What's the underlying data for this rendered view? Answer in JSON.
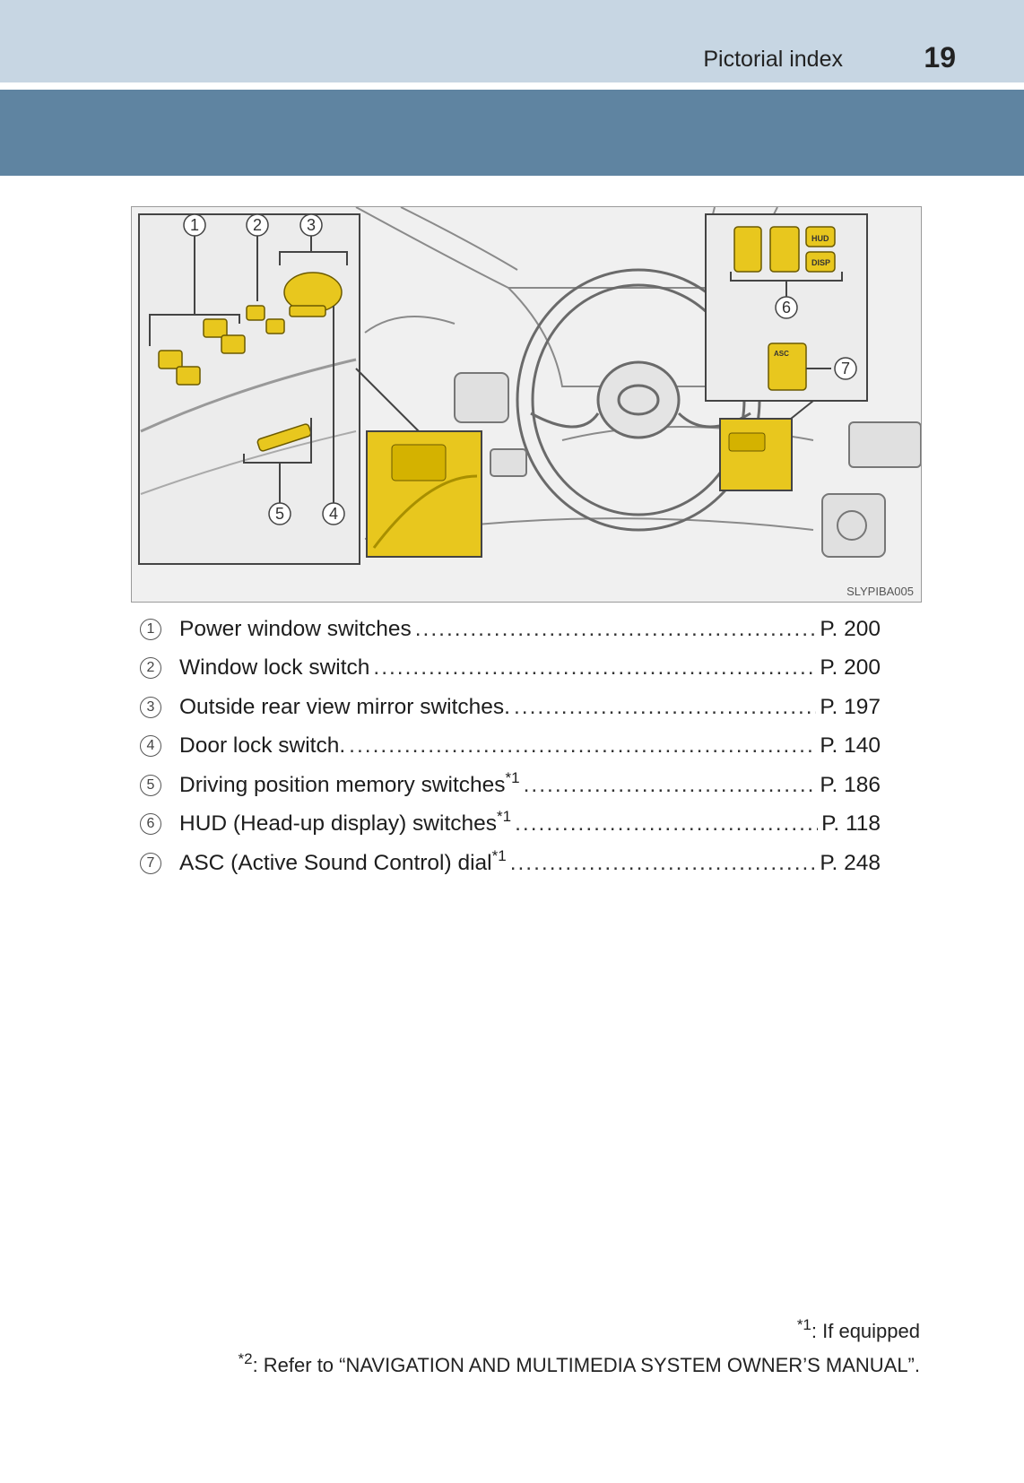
{
  "header": {
    "section_title": "Pictorial index",
    "page_number": "19"
  },
  "illustration": {
    "figure_id": "SLYPIBA005",
    "callouts": [
      "1",
      "2",
      "3",
      "4",
      "5",
      "6",
      "7"
    ],
    "labels": {
      "hud": "HUD",
      "disp": "DISP",
      "asc": "ASC"
    },
    "colors": {
      "highlight": "#e8c71e",
      "line_art": "#555555",
      "background": "#f0f0f0"
    }
  },
  "items": [
    {
      "number": "1",
      "label": "Power window switches",
      "superscript": "",
      "page": "P. 200"
    },
    {
      "number": "2",
      "label": "Window lock switch",
      "superscript": "",
      "page": "P. 200"
    },
    {
      "number": "3",
      "label": "Outside rear view mirror switches.",
      "superscript": "",
      "page": "P. 197"
    },
    {
      "number": "4",
      "label": "Door lock switch.",
      "superscript": "",
      "page": "P. 140"
    },
    {
      "number": "5",
      "label": "Driving position memory switches",
      "superscript": "*1",
      "page": "P. 186"
    },
    {
      "number": "6",
      "label": "HUD (Head-up display) switches",
      "superscript": "*1",
      "page": "P. 118"
    },
    {
      "number": "7",
      "label": "ASC (Active Sound Control) dial",
      "superscript": "*1",
      "page": "P. 248"
    }
  ],
  "footnotes": [
    {
      "mark": "*1",
      "text": ": If equipped"
    },
    {
      "mark": "*2",
      "text": ": Refer to “NAVIGATION AND MULTIMEDIA SYSTEM OWNER’S MANUAL”."
    }
  ]
}
